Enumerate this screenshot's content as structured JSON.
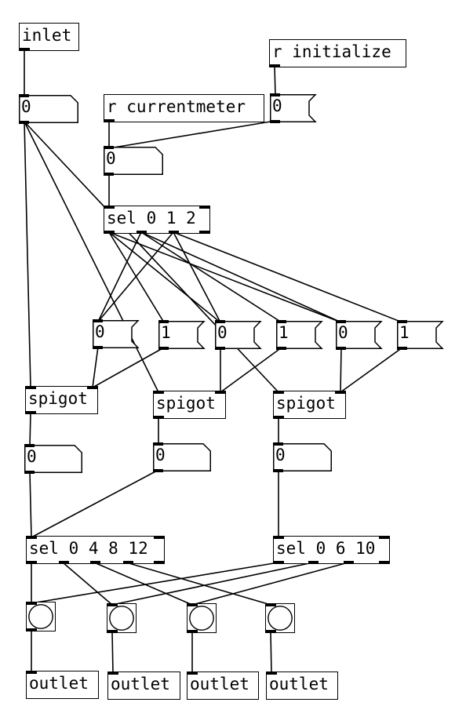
{
  "patch": {
    "objects": [
      {
        "id": "inlet",
        "kind": "obj",
        "text": "inlet"
      },
      {
        "id": "r-initialize",
        "kind": "obj",
        "text": "r initialize"
      },
      {
        "id": "num-inlet",
        "kind": "atom",
        "text": "0"
      },
      {
        "id": "r-currentmeter",
        "kind": "obj",
        "text": "r currentmeter"
      },
      {
        "id": "msg-init",
        "kind": "msg",
        "text": "0"
      },
      {
        "id": "num-meter",
        "kind": "atom",
        "text": "0"
      },
      {
        "id": "sel-012",
        "kind": "obj",
        "text": "sel 0 1 2"
      },
      {
        "id": "msg-0a",
        "kind": "msg",
        "text": "0"
      },
      {
        "id": "msg-1a",
        "kind": "msg",
        "text": "1"
      },
      {
        "id": "msg-0b",
        "kind": "msg",
        "text": "0"
      },
      {
        "id": "msg-1b",
        "kind": "msg",
        "text": "1"
      },
      {
        "id": "msg-0c",
        "kind": "msg",
        "text": "0"
      },
      {
        "id": "msg-1c",
        "kind": "msg",
        "text": "1"
      },
      {
        "id": "spigot-a",
        "kind": "obj",
        "text": "spigot"
      },
      {
        "id": "spigot-b",
        "kind": "obj",
        "text": "spigot"
      },
      {
        "id": "spigot-c",
        "kind": "obj",
        "text": "spigot"
      },
      {
        "id": "num-a",
        "kind": "atom",
        "text": "0"
      },
      {
        "id": "num-b",
        "kind": "atom",
        "text": "0"
      },
      {
        "id": "num-c",
        "kind": "atom",
        "text": "0"
      },
      {
        "id": "sel-04812",
        "kind": "obj",
        "text": "sel 0 4 8 12"
      },
      {
        "id": "sel-0610",
        "kind": "obj",
        "text": "sel 0 6 10"
      },
      {
        "id": "bang-1",
        "kind": "bng",
        "text": ""
      },
      {
        "id": "bang-2",
        "kind": "bng",
        "text": ""
      },
      {
        "id": "bang-3",
        "kind": "bng",
        "text": ""
      },
      {
        "id": "bang-4",
        "kind": "bng",
        "text": ""
      },
      {
        "id": "outlet-1",
        "kind": "obj",
        "text": "outlet"
      },
      {
        "id": "outlet-2",
        "kind": "obj",
        "text": "outlet"
      },
      {
        "id": "outlet-3",
        "kind": "obj",
        "text": "outlet"
      },
      {
        "id": "outlet-4",
        "kind": "obj",
        "text": "outlet"
      }
    ],
    "connections": [
      [
        "inlet",
        0,
        "num-inlet",
        0
      ],
      [
        "r-initialize",
        0,
        "msg-init",
        0
      ],
      [
        "r-currentmeter",
        0,
        "num-meter",
        0
      ],
      [
        "msg-init",
        0,
        "num-meter",
        0
      ],
      [
        "num-meter",
        0,
        "sel-012",
        0
      ],
      [
        "num-inlet",
        0,
        "spigot-a",
        0
      ],
      [
        "num-inlet",
        0,
        "spigot-b",
        0
      ],
      [
        "num-inlet",
        0,
        "spigot-c",
        0
      ],
      [
        "sel-012",
        0,
        "msg-1a",
        0
      ],
      [
        "sel-012",
        0,
        "msg-0b",
        0
      ],
      [
        "sel-012",
        0,
        "msg-0c",
        0
      ],
      [
        "sel-012",
        1,
        "msg-0a",
        0
      ],
      [
        "sel-012",
        1,
        "msg-1b",
        0
      ],
      [
        "sel-012",
        1,
        "msg-0c",
        0
      ],
      [
        "sel-012",
        2,
        "msg-0a",
        0
      ],
      [
        "sel-012",
        2,
        "msg-0b",
        0
      ],
      [
        "sel-012",
        2,
        "msg-1c",
        0
      ],
      [
        "msg-0a",
        0,
        "spigot-a",
        1
      ],
      [
        "msg-1a",
        0,
        "spigot-a",
        1
      ],
      [
        "msg-0b",
        0,
        "spigot-b",
        1
      ],
      [
        "msg-1b",
        0,
        "spigot-b",
        1
      ],
      [
        "msg-0c",
        0,
        "spigot-c",
        1
      ],
      [
        "msg-1c",
        0,
        "spigot-c",
        1
      ],
      [
        "spigot-a",
        0,
        "num-a",
        0
      ],
      [
        "spigot-b",
        0,
        "num-b",
        0
      ],
      [
        "spigot-c",
        0,
        "num-c",
        0
      ],
      [
        "num-a",
        0,
        "sel-04812",
        0
      ],
      [
        "num-b",
        0,
        "sel-04812",
        0
      ],
      [
        "num-c",
        0,
        "sel-0610",
        0
      ],
      [
        "sel-04812",
        0,
        "bang-1",
        0
      ],
      [
        "sel-04812",
        1,
        "bang-2",
        0
      ],
      [
        "sel-04812",
        2,
        "bang-3",
        0
      ],
      [
        "sel-04812",
        3,
        "bang-4",
        0
      ],
      [
        "sel-0610",
        0,
        "bang-1",
        0
      ],
      [
        "sel-0610",
        1,
        "bang-2",
        0
      ],
      [
        "sel-0610",
        2,
        "bang-3",
        0
      ],
      [
        "bang-1",
        0,
        "outlet-1",
        0
      ],
      [
        "bang-2",
        0,
        "outlet-2",
        0
      ],
      [
        "bang-3",
        0,
        "outlet-3",
        0
      ],
      [
        "bang-4",
        0,
        "outlet-4",
        0
      ]
    ]
  }
}
